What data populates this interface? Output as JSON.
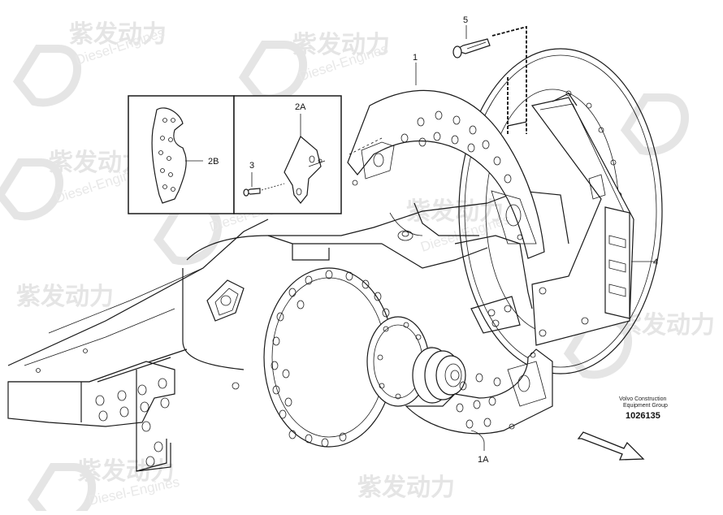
{
  "watermark": {
    "brand_cn": "紫发动力",
    "brand_en": "Diesel-Engines"
  },
  "callouts": {
    "p1": "1",
    "p1a": "1A",
    "p2a": "2A",
    "p2b": "2B",
    "p3": "3",
    "p4": "4",
    "p5": "5"
  },
  "corp": {
    "line1": "Volvo Construction",
    "line2": "Equipment Group",
    "doc_number": "1026135"
  },
  "colors": {
    "line": "#1a1a1a",
    "watermark": "#e3e3e3",
    "background": "#ffffff"
  }
}
